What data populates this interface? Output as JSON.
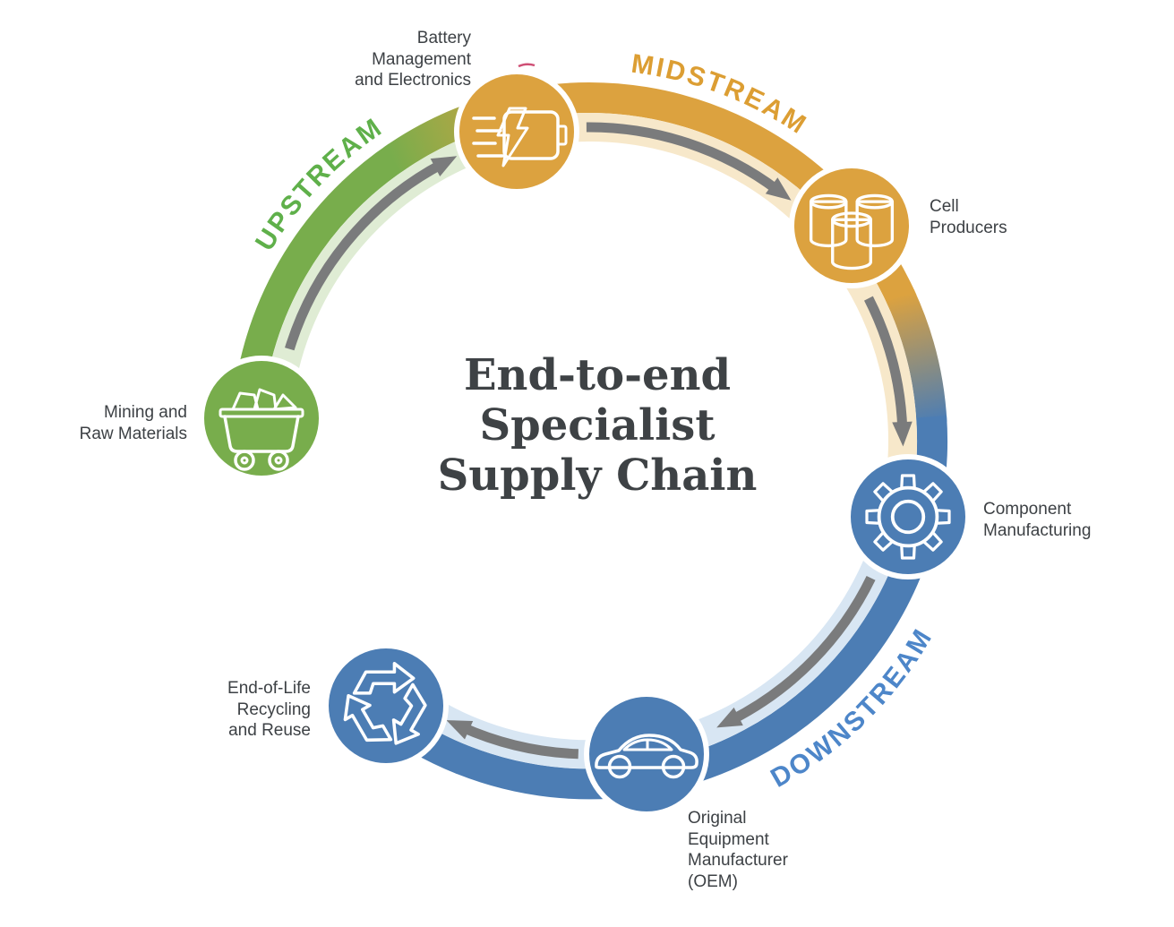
{
  "diagram": {
    "title": "End-to-end\nSpecialist\nSupply Chain",
    "title_color": "#3e4245",
    "streams": [
      {
        "label": "UPSTREAM",
        "color": "#5fb04a"
      },
      {
        "label": "MIDSTREAM",
        "color": "#dc9e33"
      },
      {
        "label": "DOWNSTREAM",
        "color": "#4d86c9"
      }
    ],
    "nodes": [
      {
        "label": "Mining and\nRaw Materials",
        "icon": "mining-cart-icon",
        "color": "#78ad4c"
      },
      {
        "label": "Battery\nManagement\nand Electronics",
        "icon": "battery-lightning-icon",
        "color": "#dca23f"
      },
      {
        "label": "Cell\nProducers",
        "icon": "battery-cells-icon",
        "color": "#dca23f"
      },
      {
        "label": "Component\nManufacturing",
        "icon": "gear-icon",
        "color": "#4c7db4"
      },
      {
        "label": "Original\nEquipment\nManufacturer\n(OEM)",
        "icon": "car-icon",
        "color": "#4c7db4"
      },
      {
        "label": "End-of-Life\nRecycling\nand Reuse",
        "icon": "recycling-icon",
        "color": "#4c7db4"
      }
    ],
    "ring_colors": {
      "upstream_solid": "#78ad4c",
      "upstream_light": "#dfecd4",
      "midstream_solid": "#dca23f",
      "midstream_light": "#f7e8ca",
      "downstream_solid": "#4c7db4",
      "downstream_light": "#d8e6f3",
      "arrow_gray": "#7a7b7c",
      "stray_mark": "#cf4f75"
    }
  }
}
